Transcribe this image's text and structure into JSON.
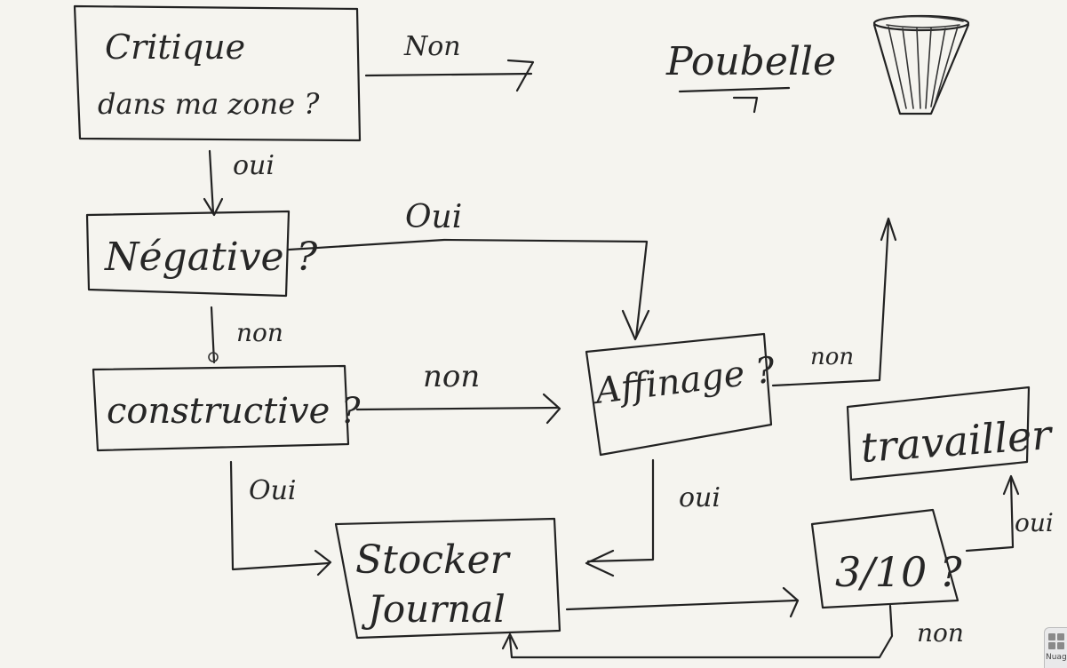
{
  "nodes": {
    "critique": {
      "line1": "Critique",
      "line2": "dans ma zone ?"
    },
    "negative": "Négative ?",
    "constructive": "constructive ?",
    "affinage": "Affinage ?",
    "stocker": {
      "line1": "Stocker",
      "line2": "Journal"
    },
    "poubelle": "Poubelle",
    "travailler": "travailler",
    "note": "3/10 ?"
  },
  "edges": {
    "critique_non": "Non",
    "critique_oui": "oui",
    "negative_oui": "Oui",
    "negative_non": "non",
    "constructive_non": "non",
    "constructive_oui": "Oui",
    "affinage_non": "non",
    "affinage_oui": "oui",
    "note_oui": "oui",
    "note_non": "non"
  },
  "widget": {
    "label": "Nuages"
  }
}
